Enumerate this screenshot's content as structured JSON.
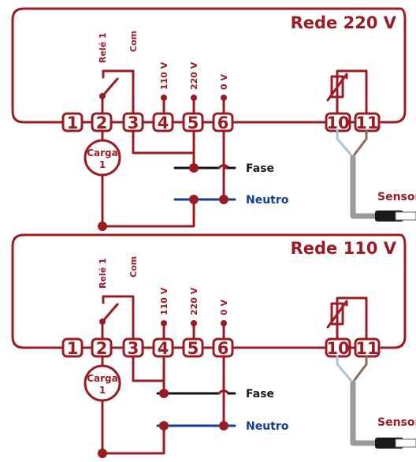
{
  "colors": {
    "wire": "#9b1b23",
    "fase": "#111111",
    "neutro": "#0e3d9e",
    "sensor_cable": "#9a9a9a",
    "sensor_lead_blue": "#a9c4d8",
    "sensor_lead_brown": "#8a6a55"
  },
  "diagram_220": {
    "title": "Rede 220 V",
    "relay_label": "Relé 1",
    "com_label": "Com",
    "v110_label": "110 V",
    "v220_label": "220 V",
    "v0_label": "0 V",
    "load_line1": "Carga",
    "load_line2": "1",
    "fase_label": "Fase",
    "neutro_label": "Neutro",
    "sensor_label": "Sensor",
    "terminals": [
      "1",
      "2",
      "3",
      "4",
      "5",
      "6",
      "10",
      "11"
    ]
  },
  "diagram_110": {
    "title": "Rede 110 V",
    "relay_label": "Relé 1",
    "com_label": "Com",
    "v110_label": "110 V",
    "v220_label": "220 V",
    "v0_label": "0 V",
    "load_line1": "Carga",
    "load_line2": "1",
    "fase_label": "Fase",
    "neutro_label": "Neutro",
    "sensor_label": "Sensor",
    "terminals": [
      "1",
      "2",
      "3",
      "4",
      "5",
      "6",
      "10",
      "11"
    ]
  }
}
